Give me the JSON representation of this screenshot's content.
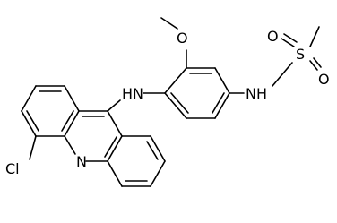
{
  "molecule": {
    "atom_labels": {
      "cl": "Cl",
      "ring_n": "N",
      "amine_nh": "HN",
      "methoxy_o": "O",
      "sulfonamide_nh": "NH",
      "sulfur": "S",
      "oxo_top": "O",
      "oxo_bottom": "O"
    },
    "colors": {
      "bond": "#000000",
      "label": "#000000",
      "background": "#ffffff"
    }
  }
}
